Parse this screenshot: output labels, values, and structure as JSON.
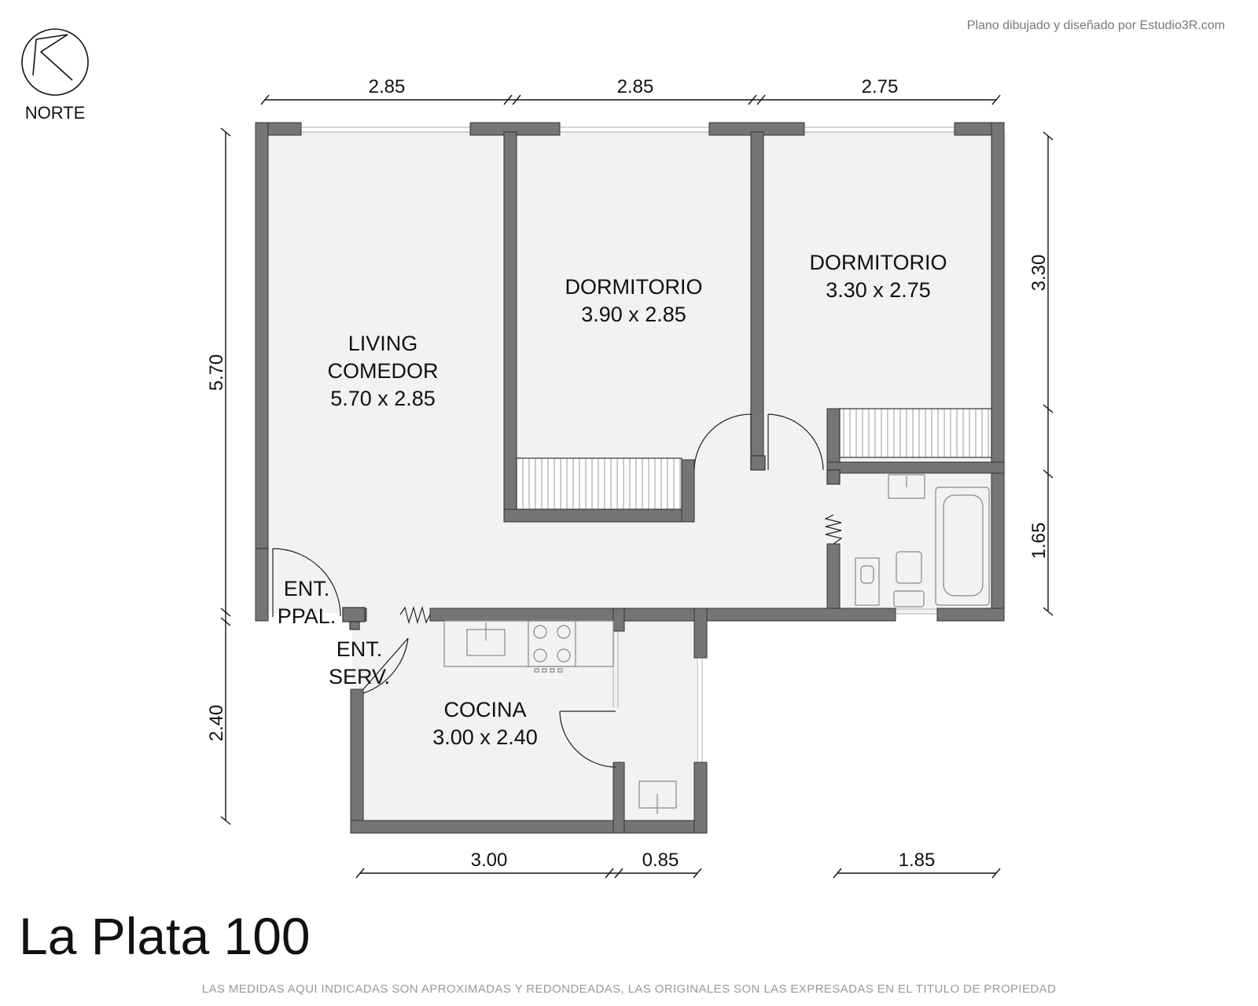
{
  "credit": "Plano dibujado y diseñado por Estudio3R.com",
  "compass": {
    "label": "NORTE",
    "icon": "north-arrow-icon"
  },
  "title": "La Plata 100",
  "disclaimer": "LAS MEDIDAS AQUI INDICADAS SON APROXIMADAS Y REDONDEADAS, LAS ORIGINALES SON LAS EXPRESADAS EN EL TITULO DE PROPIEDAD",
  "rooms": {
    "living": {
      "line1": "LIVING",
      "line2": "COMEDOR",
      "size": "5.70 x 2.85"
    },
    "bedroom1": {
      "name": "DORMITORIO",
      "size": "3.90 x 2.85"
    },
    "bedroom2": {
      "name": "DORMITORIO",
      "size": "3.30 x 2.75"
    },
    "kitchen": {
      "name": "COCINA",
      "size": "3.00 x 2.40"
    },
    "main_entry": {
      "line1": "ENT.",
      "line2": "PPAL."
    },
    "service_entry": {
      "line1": "ENT.",
      "line2": "SERV."
    }
  },
  "dimensions": {
    "top": [
      "2.85",
      "2.85",
      "2.75"
    ],
    "left": [
      "5.70",
      "2.40"
    ],
    "right": [
      "3.30",
      "1.65"
    ],
    "bottom": [
      "3.00",
      "0.85",
      "1.85"
    ]
  },
  "colors": {
    "wall": "#757575",
    "floor": "#f2f2f2",
    "line": "#222222"
  }
}
